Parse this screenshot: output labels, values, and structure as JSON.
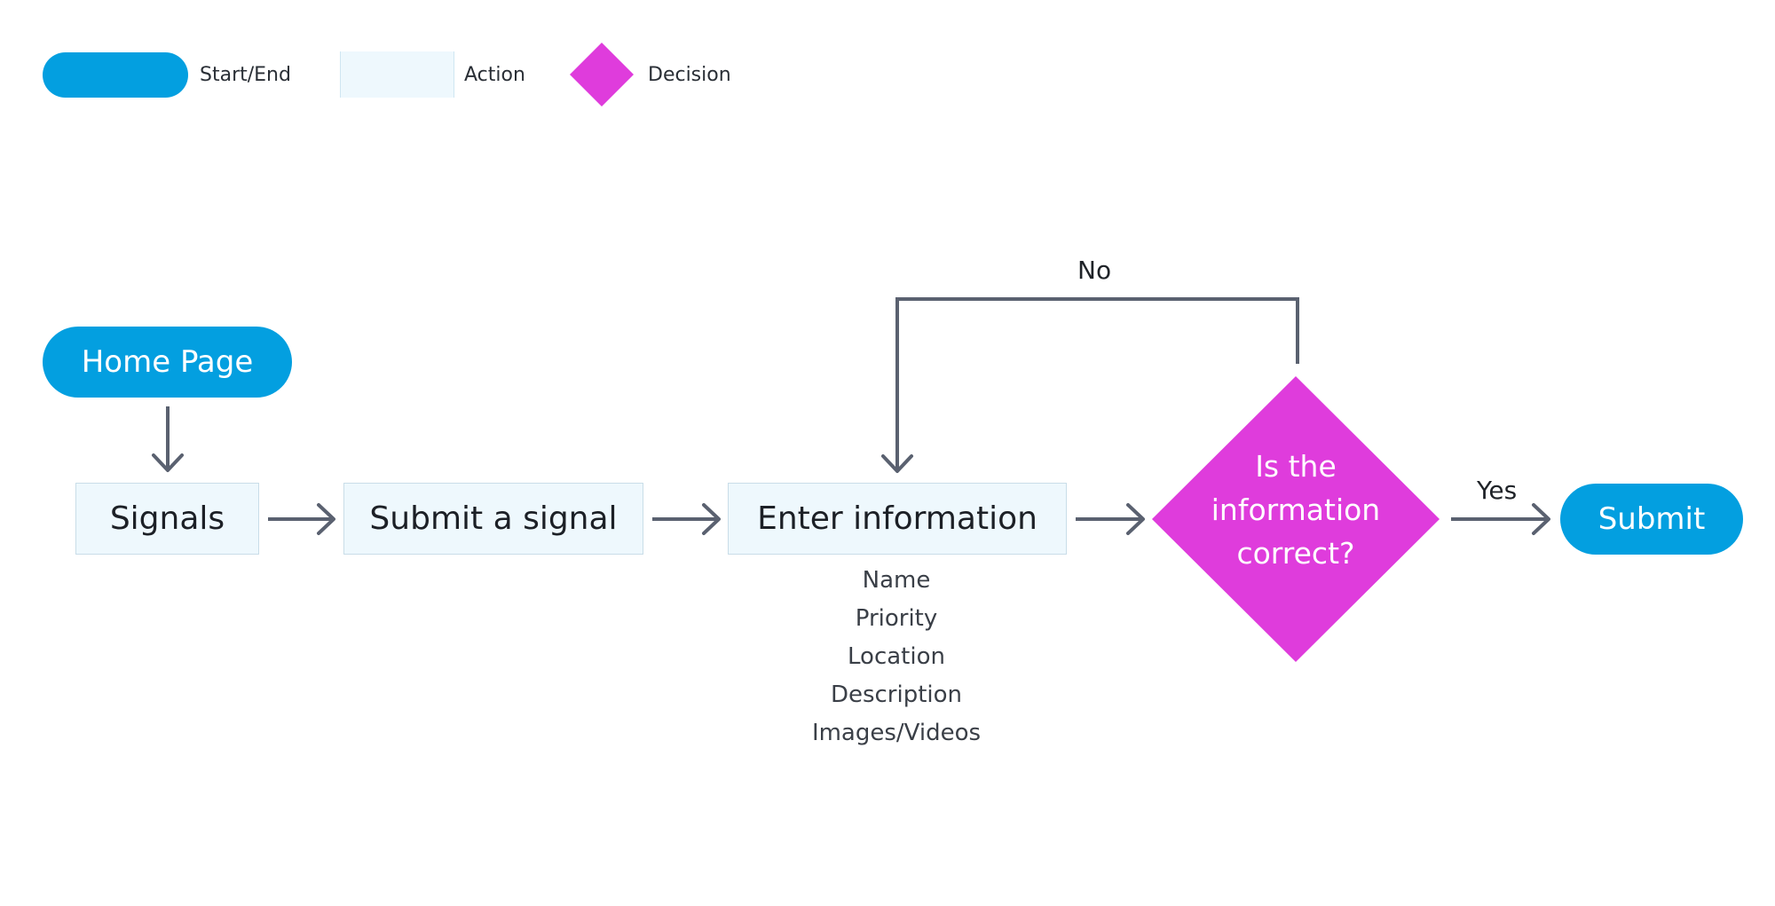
{
  "colors": {
    "start_end": "#039fe0",
    "action_fill": "#eef8fd",
    "decision": "#df3cdc",
    "connector": "#5a6170"
  },
  "legend": {
    "start_end_label": "Start/End",
    "action_label": "Action",
    "decision_label": "Decision"
  },
  "nodes": {
    "home_page": "Home Page",
    "signals": "Signals",
    "submit_signal": "Submit a signal",
    "enter_information": "Enter information",
    "decision_line1": "Is the",
    "decision_line2": "information",
    "decision_line3": "correct?",
    "submit": "Submit"
  },
  "edge_labels": {
    "no": "No",
    "yes": "Yes"
  },
  "information_fields": [
    "Name",
    "Priority",
    "Location",
    "Description",
    "Images/Videos"
  ]
}
